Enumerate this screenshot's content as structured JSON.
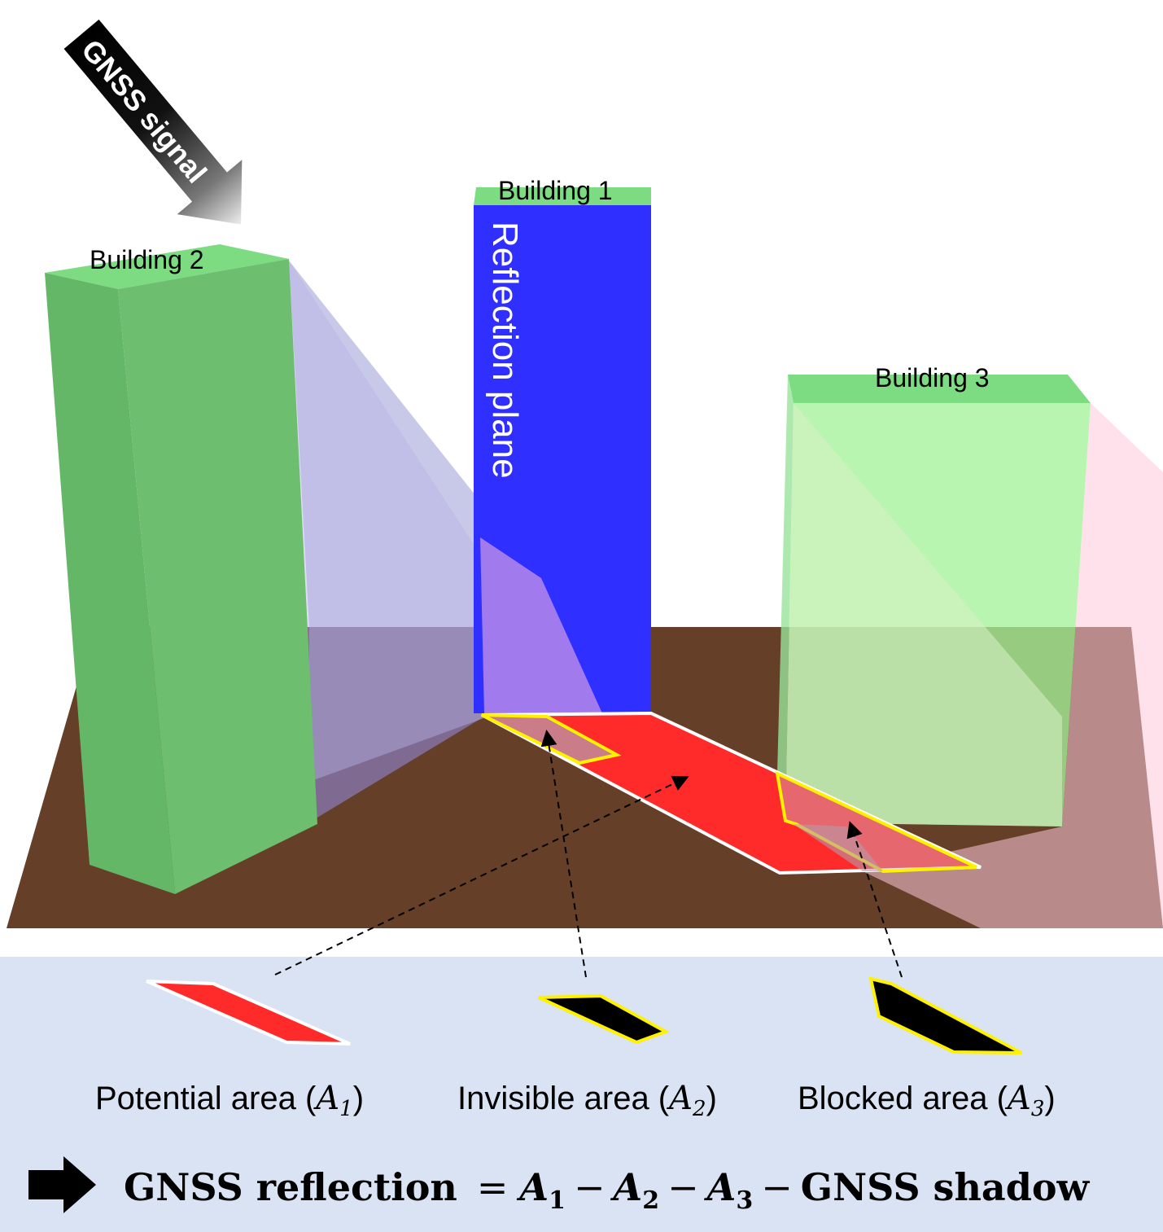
{
  "signal_label": "GNSS signal",
  "buildings": {
    "b1": "Building 1",
    "b2": "Building 2",
    "b3": "Building 3"
  },
  "reflection_plane_label": "Reflection plane",
  "legend": {
    "potential": {
      "text": "Potential area (",
      "symbol": "A",
      "sub": "1",
      "close": ")"
    },
    "invisible": {
      "text": "Invisible area (",
      "symbol": "A",
      "sub": "2",
      "close": ")"
    },
    "blocked": {
      "text": "Blocked area (",
      "symbol": "A",
      "sub": "3",
      "close": ")"
    }
  },
  "formula": {
    "lhs": "GNSS reflection",
    "eq": "=",
    "a": "A",
    "s1": "1",
    "minus": "−",
    "s2": "2",
    "s3": "3",
    "shadow": "GNSS shadow"
  },
  "colors": {
    "ground": "#653f27",
    "building_green": "#6dbf6f",
    "building1_blue": "#2f30ff",
    "potential_red": "#ff2a2a",
    "outline_yellow": "#fff200",
    "legend_bg": "#dae3f3"
  }
}
